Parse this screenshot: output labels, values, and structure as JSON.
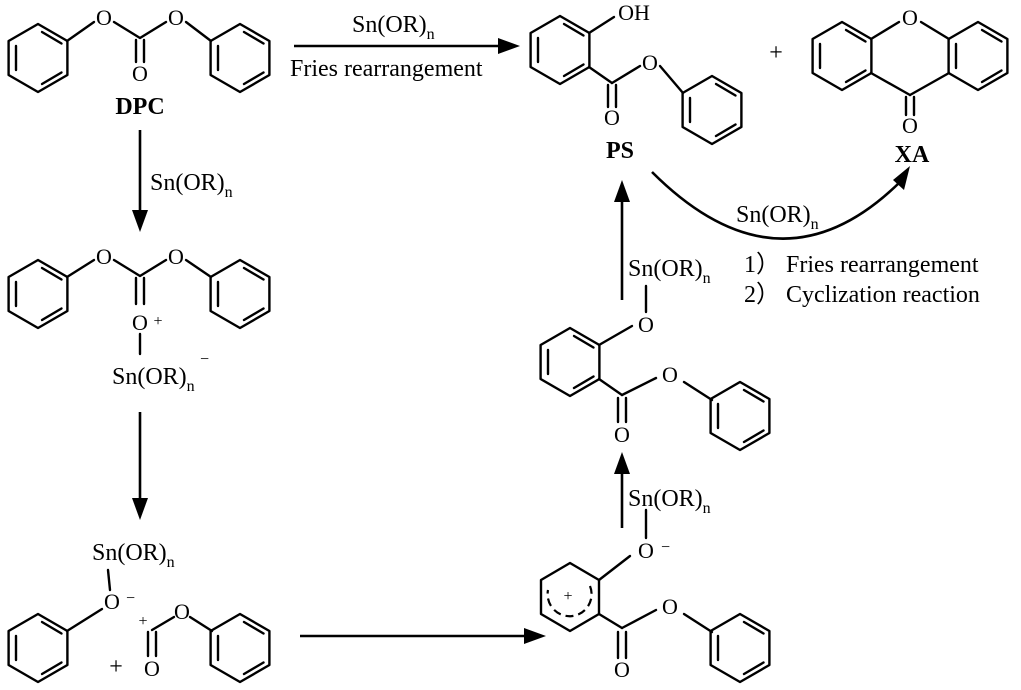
{
  "labels": {
    "dpc": "DPC",
    "ps": "PS",
    "xa": "XA",
    "plus": "+"
  },
  "reagent": {
    "sn": "Sn(OR)",
    "n": "n"
  },
  "conditions": {
    "top_arrow_line2": "Fries rearrangement",
    "curved_step1": "1） Fries rearrangement",
    "curved_step2": "2） Cyclization reaction"
  },
  "atoms": {
    "O": "O",
    "OH": "OH",
    "plus": "+",
    "minus": "−"
  }
}
